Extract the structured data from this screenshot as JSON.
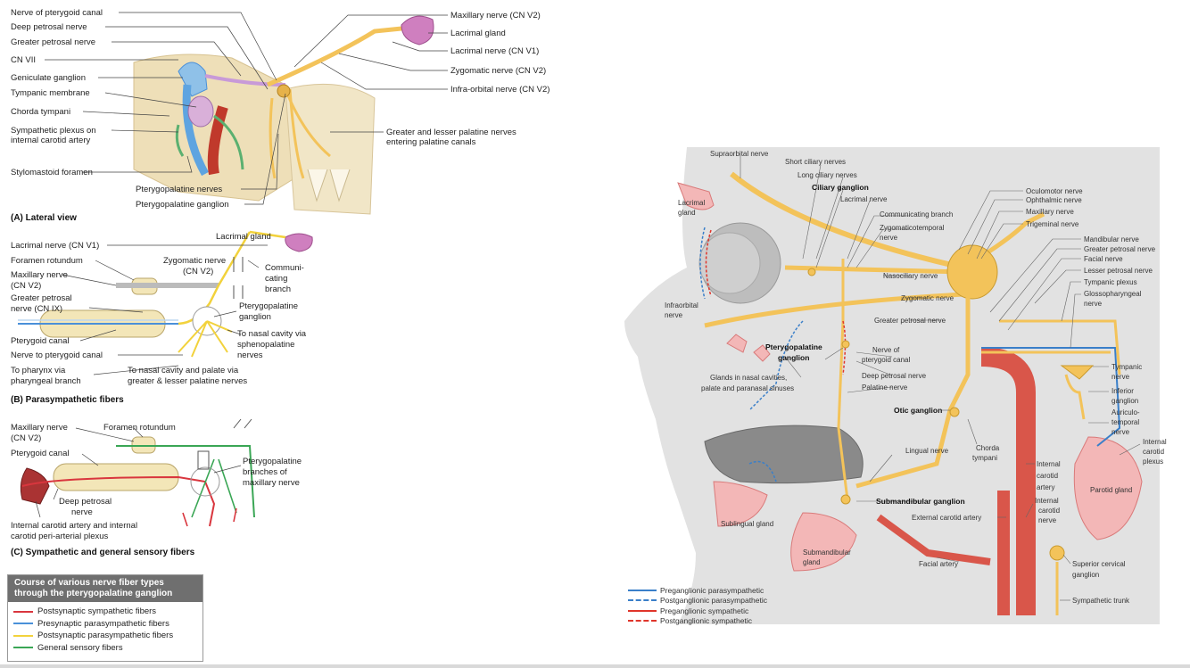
{
  "panelA": {
    "caption": "(A) Lateral view",
    "labels_left": [
      "Nerve of pterygoid canal",
      "Deep petrosal nerve",
      "Greater petrosal nerve",
      "CN VII",
      "Geniculate ganglion",
      "Tympanic membrane",
      "Chorda tympani",
      "Sympathetic plexus on",
      "internal carotid artery",
      "Stylomastoid foramen"
    ],
    "labels_right": [
      "Maxillary nerve (CN V2)",
      "Lacrimal gland",
      "Lacrimal nerve (CN V1)",
      "Zygomatic nerve (CN V2)",
      "Infra-orbital nerve (CN V2)",
      "Greater and lesser palatine nerves",
      "entering palatine canals"
    ],
    "labels_bottom": [
      "Pterygopalatine nerves",
      "Pterygopalatine ganglion"
    ]
  },
  "panelB": {
    "caption": "(B) Parasympathetic fibers",
    "labels": [
      "Lacrimal gland",
      "Lacrimal nerve (CN V1)",
      "Foramen rotundum",
      "Maxillary nerve",
      "(CN V2)",
      "Greater petrosal",
      "nerve (CN IX)",
      "Zygomatic nerve",
      "(CN V2)",
      "Communi-",
      "cating",
      "branch",
      "Pterygopalatine",
      "ganglion",
      "To nasal cavity via",
      "sphenopalatine",
      "nerves",
      "Pterygoid canal",
      "Nerve to pterygoid canal",
      "To pharynx via",
      "pharyngeal branch",
      "To nasal cavity and palate via",
      "greater & lesser palatine nerves"
    ]
  },
  "panelC": {
    "caption": "(C) Sympathetic and general sensory fibers",
    "labels": [
      "Maxillary nerve",
      "(CN V2)",
      "Foramen rotundum",
      "Pterygoid canal",
      "Pterygopalatine",
      "branches of",
      "maxillary nerve",
      "Deep petrosal",
      "nerve",
      "Internal carotid artery and internal",
      "carotid peri-arterial plexus"
    ]
  },
  "legend": {
    "title_line1": "Course of various nerve fiber types",
    "title_line2": "through the pterygopalatine ganglion",
    "items": [
      {
        "label": "Postsynaptic sympathetic fibers",
        "color": "#d9363e"
      },
      {
        "label": "Presynaptic parasympathetic fibers",
        "color": "#4a90d9"
      },
      {
        "label": "Postsynaptic parasympathetic fibers",
        "color": "#f2d23c"
      },
      {
        "label": "General sensory fibers",
        "color": "#3aa655"
      }
    ]
  },
  "right": {
    "labels_top": [
      "Supraorbital nerve",
      "Short ciliary nerves",
      "Long ciliary nerves",
      "Ciliary ganglion",
      "Lacrimal nerve",
      "Communicating branch",
      "Zygomaticotemporal",
      "nerve",
      "Nasociliary nerve",
      "Zygomatic nerve",
      "Greater petrosal nerve"
    ],
    "labels_left": [
      "Lacrimal",
      "gland",
      "Infraorbital",
      "nerve",
      "Pterygopalatine",
      "ganglion",
      "Glands in nasal cavities,",
      "palate and paranasal sinuses",
      "Sublingual gland",
      "Submandibular",
      "gland"
    ],
    "labels_mid": [
      "Nerve of",
      "pterygoid canal",
      "Deep petrosal nerve",
      "Palatine nerve",
      "Otic ganglion",
      "Lingual nerve",
      "Chorda",
      "tympani",
      "Submandibular ganglion",
      "External carotid artery",
      "Facial artery"
    ],
    "labels_right": [
      "Oculomotor nerve",
      "Ophthalmic nerve",
      "Maxillary nerve",
      "Trigeminal nerve",
      "Mandibular nerve",
      "Greater petrosal nerve",
      "Facial nerve",
      "Lesser petrosal nerve",
      "Tympanic plexus",
      "Glossopharyngeal",
      "nerve",
      "Tympanic",
      "nerve",
      "Inferior",
      "ganglion",
      "Auriculo-",
      "temporal",
      "nerve",
      "Internal",
      "carotid",
      "plexus",
      "Internal",
      "carotid",
      "artery",
      "Internal",
      "carotid",
      "nerve",
      "Parotid gland",
      "Superior cervical",
      "ganglion",
      "Sympathetic trunk"
    ],
    "legend": [
      {
        "label": "Preganglionic parasympathetic",
        "color": "#3a7fc9",
        "dash": false
      },
      {
        "label": "Postganglionic parasympathetic",
        "color": "#3a7fc9",
        "dash": true
      },
      {
        "label": "Preganglionic sympathetic",
        "color": "#e0352b",
        "dash": false
      },
      {
        "label": "Postganglionic sympathetic",
        "color": "#e0352b",
        "dash": true
      }
    ]
  }
}
